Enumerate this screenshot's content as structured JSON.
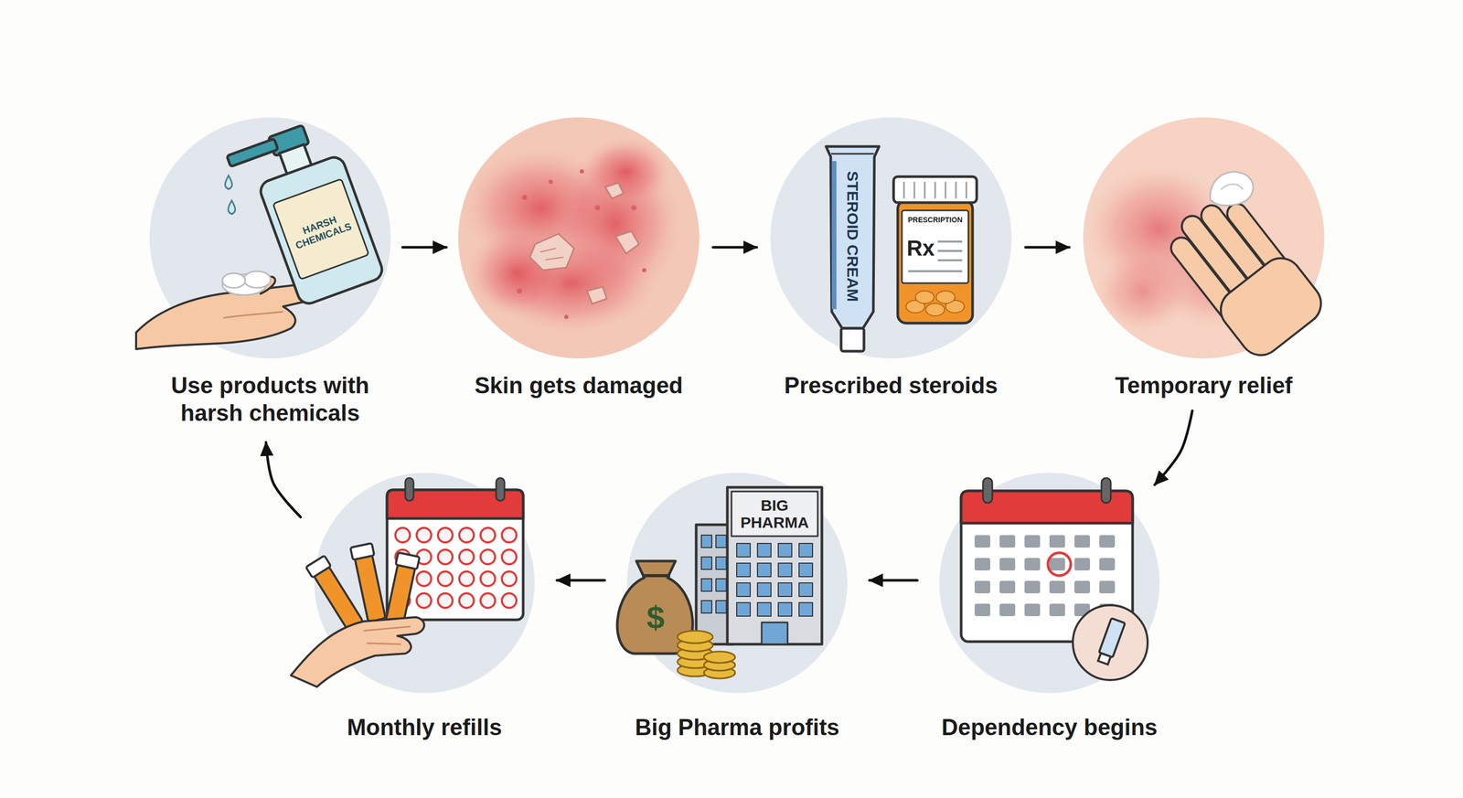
{
  "diagram": {
    "nodes": [
      {
        "text": [
          "Use products with harsh chemicals"
        ]
      },
      {
        "text": [
          "Skin gets damaged"
        ]
      },
      {
        "text": [
          "Prescribed steroids"
        ]
      },
      {
        "text": [
          "Temporary relief"
        ]
      },
      {
        "text": [
          "Dependency begins"
        ]
      },
      {
        "text": [
          "Big Pharma profits"
        ]
      },
      {
        "text": [
          "Monthly refills"
        ]
      }
    ],
    "edges": [
      {
        "from": 0,
        "to": 1,
        "arrow": "to"
      },
      {
        "from": 1,
        "to": 2,
        "arrow": "to"
      },
      {
        "from": 2,
        "to": 3,
        "arrow": "to"
      },
      {
        "from": 3,
        "to": 4,
        "arrow": "to"
      },
      {
        "from": 4,
        "to": 5,
        "arrow": "to"
      },
      {
        "from": 5,
        "to": 6,
        "arrow": "to"
      },
      {
        "from": 6,
        "to": 0,
        "arrow": "to"
      }
    ],
    "labels": [
      "HARSH CHEMICALS",
      "STEROID CREAM",
      "PRESCRIPTION",
      "Rx",
      "BIG PHARMA",
      "$"
    ]
  }
}
